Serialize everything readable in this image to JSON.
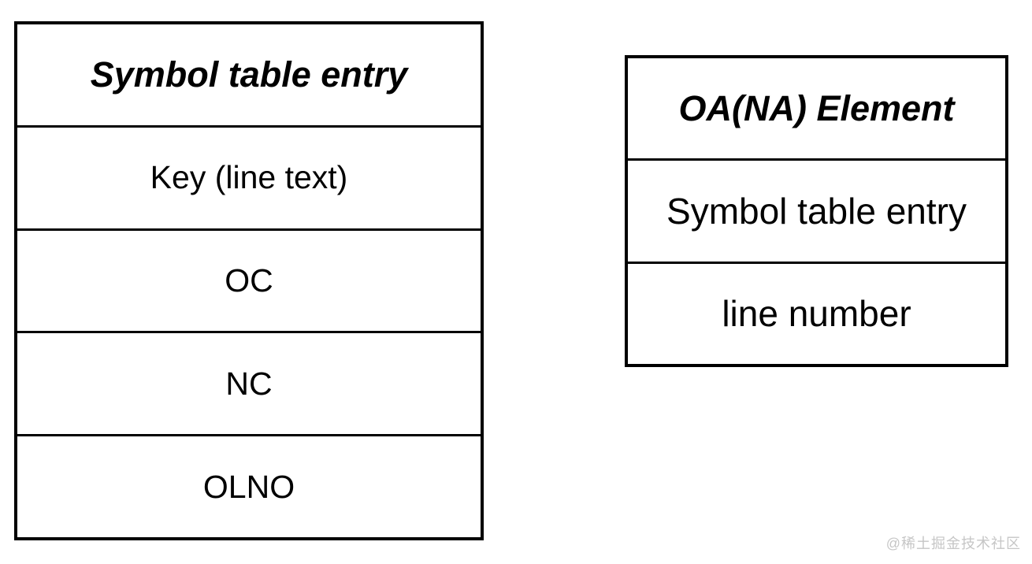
{
  "left_table": {
    "header": "Symbol table entry",
    "rows": [
      "Key (line text)",
      "OC",
      "NC",
      "OLNO"
    ]
  },
  "right_table": {
    "header": "OA(NA) Element",
    "rows": [
      "Symbol table entry",
      "line number"
    ]
  },
  "watermark": {
    "text": "@稀土掘金技术社区",
    "color": "#c6c6c6"
  },
  "colors": {
    "border": "#000000",
    "text": "#000000",
    "background": "#ffffff"
  }
}
